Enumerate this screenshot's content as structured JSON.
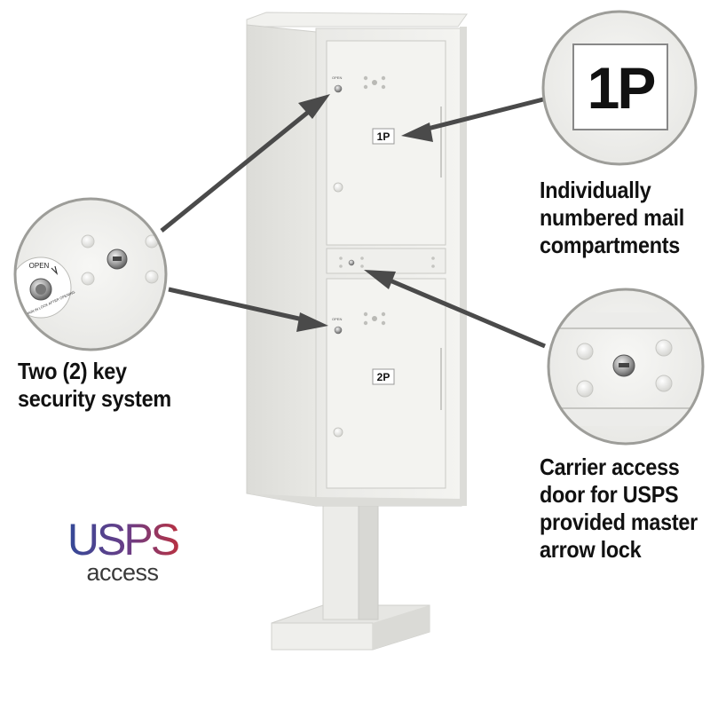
{
  "callouts": {
    "key_security": {
      "line1": "Two (2) key",
      "line2": "security system"
    },
    "numbered": {
      "line1": "Individually",
      "line2": "numbered mail",
      "line3": "compartments"
    },
    "carrier": {
      "line1": "Carrier access",
      "line2": "door for USPS",
      "line3": "provided master",
      "line4": "arrow lock"
    }
  },
  "compartments": {
    "upper_label": "1P",
    "lower_label": "2P"
  },
  "zoom_badge": {
    "label": "1P"
  },
  "lock_detail": {
    "open_text": "OPEN",
    "warning_text": "KEY WILL REMAIN IN LOCK AFTER OPENING"
  },
  "logo": {
    "line1": "USPS",
    "line2": "access"
  },
  "colors": {
    "cabinet": "#efefec",
    "cabinet_shadow": "#d6d6d2",
    "arrow": "#4a4a4a",
    "logo_blue": "#2d4a9a",
    "logo_red": "#c0303a"
  }
}
